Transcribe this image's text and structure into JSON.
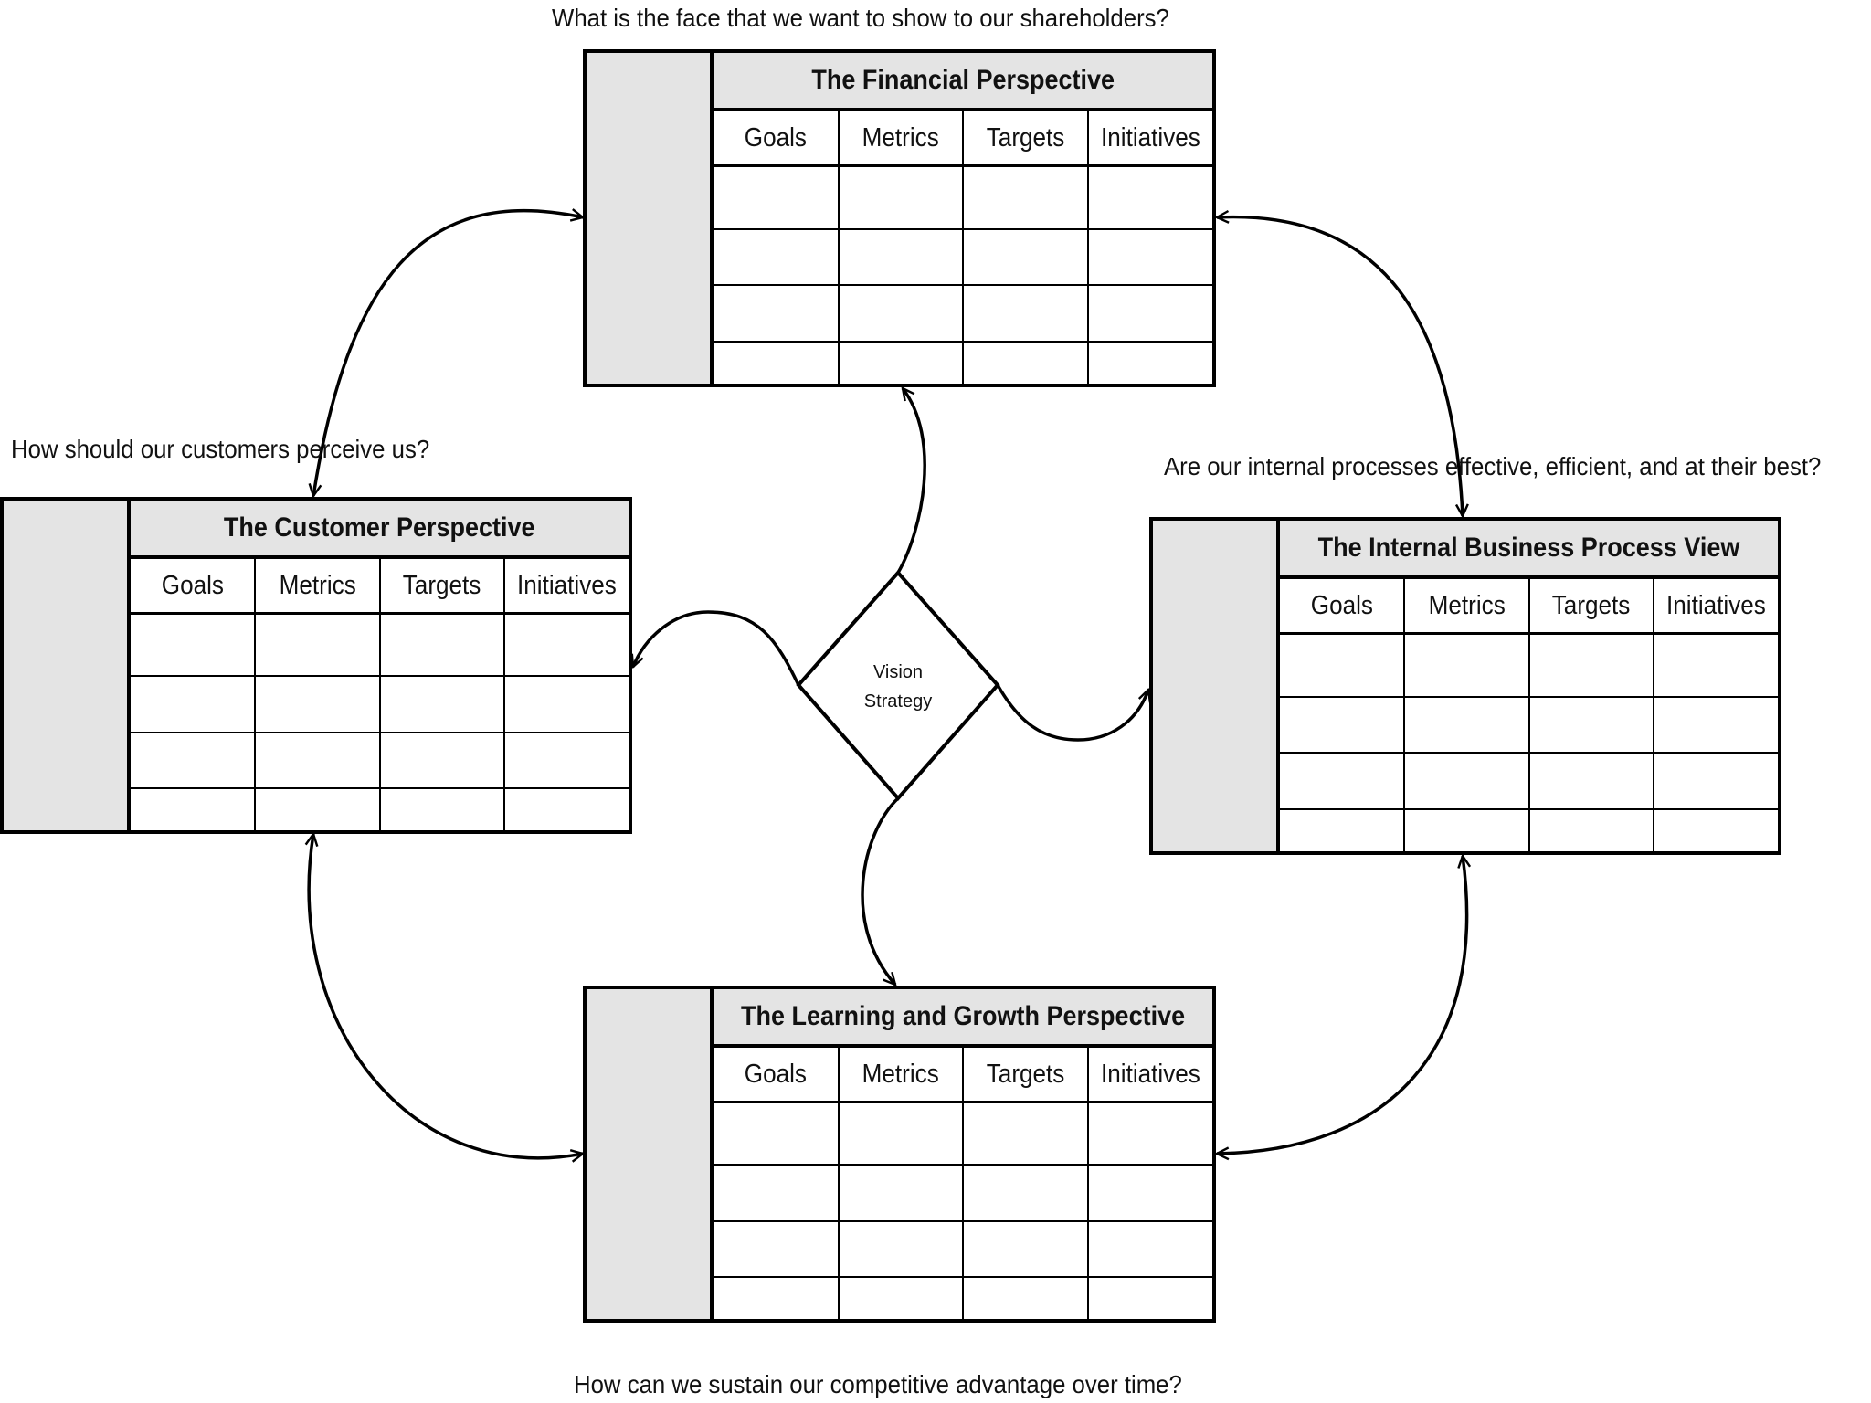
{
  "questions": {
    "financial": "What is the face that we want to show to our shareholders?",
    "customer": "How should our customers perceive us?",
    "internal": "Are our internal processes effective, efficient, and at their best?",
    "learning": "How can we sustain our competitive advantage over time?"
  },
  "perspectives": {
    "financial": {
      "title": "The Financial Perspective"
    },
    "customer": {
      "title": "The Customer Perspective"
    },
    "internal": {
      "title": "The Internal Business Process View"
    },
    "learning": {
      "title": "The Learning and Growth Perspective"
    }
  },
  "columns": [
    "Goals",
    "Metrics",
    "Targets",
    "Initiatives"
  ],
  "empty_rows": 4,
  "center": {
    "line1": "Vision",
    "line2": "Strategy"
  }
}
